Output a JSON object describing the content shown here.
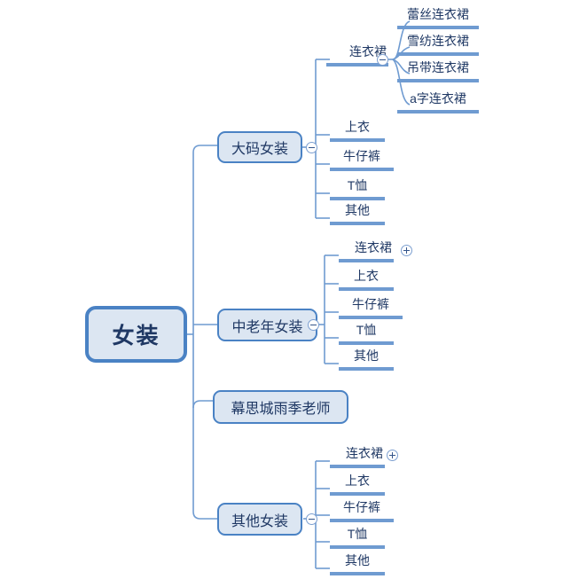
{
  "diagram": {
    "type": "mind-map",
    "title": "女装",
    "colors": {
      "node_fill": "#dce6f2",
      "node_border": "#4a82c4",
      "text": "#1f3864",
      "connector": "#6f9bd1",
      "underline": "#6f9bd1",
      "background": "#ffffff"
    },
    "icons": {
      "collapse": "minus-circle-icon",
      "expand": "plus-circle-icon"
    }
  },
  "root": {
    "label": "女装"
  },
  "branches": [
    {
      "label": "大码女装",
      "toggle": "collapse",
      "children": [
        {
          "label": "连衣裙",
          "toggle": "collapse",
          "children": [
            {
              "label": "蕾丝连衣裙"
            },
            {
              "label": "雪纺连衣裙"
            },
            {
              "label": "吊带连衣裙"
            },
            {
              "label": "a字连衣裙"
            }
          ]
        },
        {
          "label": "上衣"
        },
        {
          "label": "牛仔裤"
        },
        {
          "label": "T恤"
        },
        {
          "label": "其他"
        }
      ]
    },
    {
      "label": "中老年女装",
      "toggle": "collapse",
      "children": [
        {
          "label": "连衣裙",
          "toggle": "expand"
        },
        {
          "label": "上衣"
        },
        {
          "label": "牛仔裤"
        },
        {
          "label": "T恤"
        },
        {
          "label": "其他"
        }
      ]
    },
    {
      "label": "幕思城雨季老师",
      "children": []
    },
    {
      "label": "其他女装",
      "toggle": "collapse",
      "children": [
        {
          "label": "连衣裙",
          "toggle": "expand"
        },
        {
          "label": "上衣"
        },
        {
          "label": "牛仔裤"
        },
        {
          "label": "T恤"
        },
        {
          "label": "其他"
        }
      ]
    }
  ]
}
